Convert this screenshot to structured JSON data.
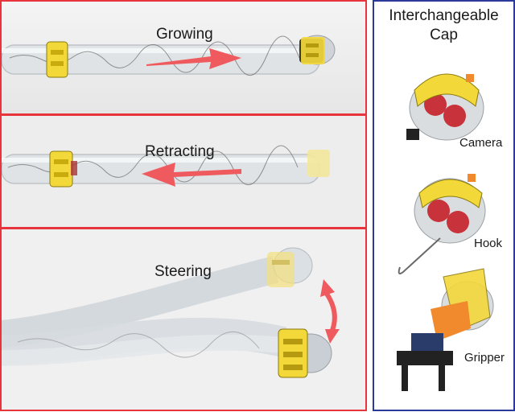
{
  "panels": {
    "growing": {
      "label": "Growing"
    },
    "retracting": {
      "label": "Retracting"
    },
    "steering": {
      "label": "Steering"
    }
  },
  "caps": {
    "title_line1": "Interchangeable",
    "title_line2": "Cap",
    "items": [
      {
        "label": "Camera"
      },
      {
        "label": "Hook"
      },
      {
        "label": "Gripper"
      }
    ]
  },
  "colors": {
    "frame_red": "#e8343c",
    "frame_blue": "#2b3a9a",
    "arrow": "#ee5a5e",
    "cap_yellow": "#f3d83a",
    "orange_joint": "#f08a2c"
  }
}
